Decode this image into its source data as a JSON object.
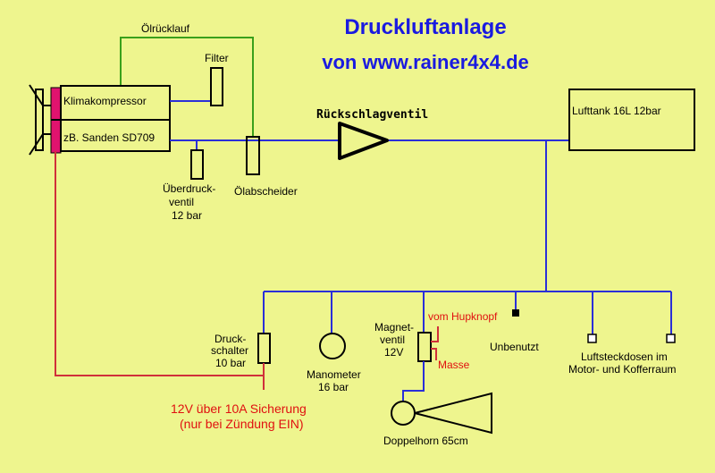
{
  "title": "Druckluftanlage",
  "subtitle": "von www.rainer4x4.de",
  "colors": {
    "background": "#eef58e",
    "title": "#1a1ae0",
    "air_line": "#2a2fd8",
    "oil_line": "#3aa01a",
    "electric_line": "#d0303a",
    "electric_text": "#e01010",
    "pulley": "#e0136e"
  },
  "components": {
    "compressor_name": "Klimakompressor",
    "compressor_model": "zB. Sanden SD709",
    "oil_return": "Ölrücklauf",
    "filter": "Filter",
    "relief_valve": [
      "Überdruck-",
      "ventil",
      "12 bar"
    ],
    "oil_separator": "Ölabscheider",
    "check_valve": "Rückschlagventil",
    "tank": "Lufttank  16L 12bar",
    "pressure_switch": [
      "Druck-",
      "schalter",
      "10 bar"
    ],
    "manometer": [
      "Manometer",
      "16 bar"
    ],
    "solenoid_valve": [
      "Magnet-",
      "ventil",
      "12V"
    ],
    "from_horn_button": "vom Hupknopf",
    "ground": "Masse",
    "unused": "Unbenutzt",
    "air_outlets": [
      "Luftsteckdosen im",
      "Motor- und Kofferraum"
    ],
    "horn": "Doppelhorn 65cm",
    "supply": [
      "12V über 10A Sicherung",
      "(nur bei Zündung EIN)"
    ]
  }
}
